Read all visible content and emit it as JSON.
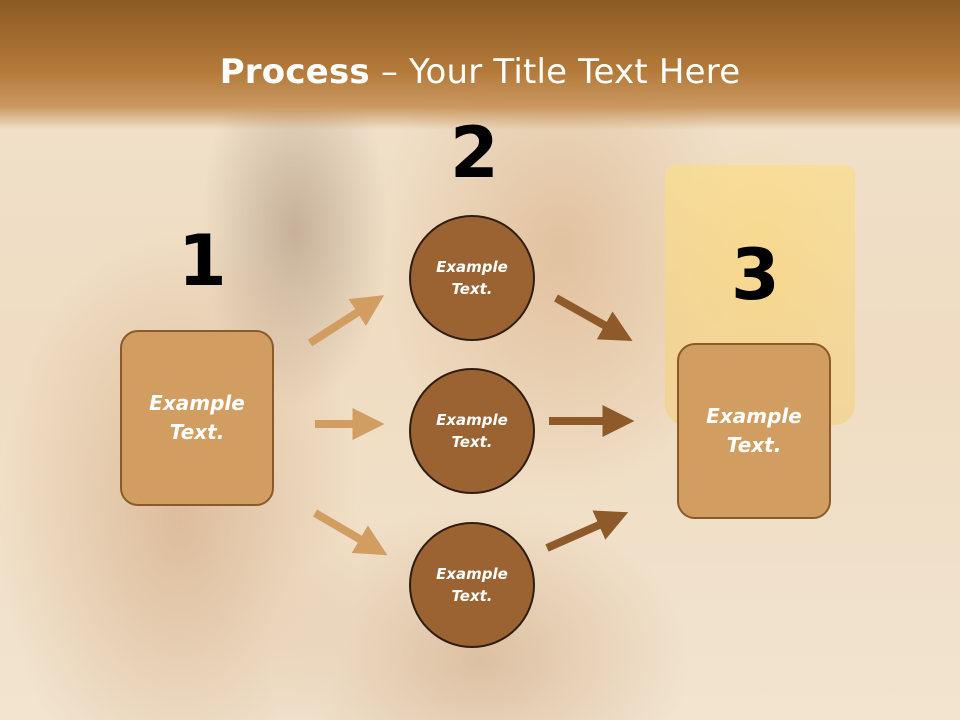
{
  "slide": {
    "title_bold": "Process",
    "title_rest": " – Your Title Text Here"
  },
  "steps": {
    "one": {
      "number": "1",
      "box_text": "Example Text."
    },
    "two": {
      "number": "2",
      "circles": [
        "Example Text.",
        "Example Text.",
        "Example Text."
      ]
    },
    "three": {
      "number": "3",
      "box_text": "Example Text."
    }
  },
  "colors": {
    "header_top": "#8b5a22",
    "box_fill": "#d29d61",
    "circle_fill": "#9b6331",
    "arrow_light": "#d29d61",
    "arrow_dark": "#8f5a2a"
  }
}
